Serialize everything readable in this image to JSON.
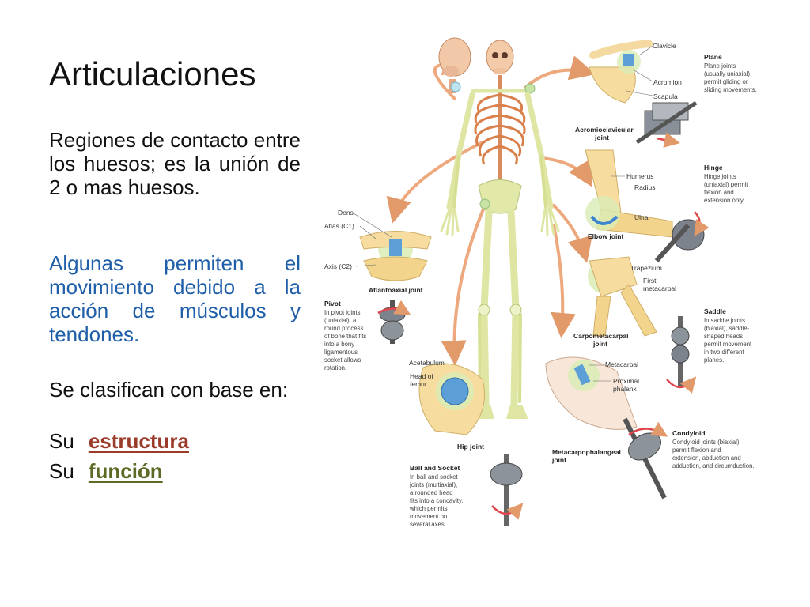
{
  "slide": {
    "title": "Articulaciones",
    "paragraph1": "Regiones de contacto entre los huesos; es la unión de 2 o mas huesos.",
    "paragraph2": "Algunas permiten el movimiento debido a la acción de músculos y tendones.",
    "paragraph3": "Se clasifican con base en:",
    "item1_prefix": "Su",
    "item1_link": "estructura",
    "item2_prefix": "Su",
    "item2_link": "función"
  },
  "figure": {
    "labels": {
      "clavicle": "Clavicle",
      "acromion": "Acromion",
      "scapula": "Scapula",
      "ac_joint_1": "Acromioclavicular",
      "ac_joint_2": "joint",
      "plane_title": "Plane",
      "plane_desc": [
        "Plane joints",
        "(usually uniaxial)",
        "permit gliding or",
        "sliding movements."
      ],
      "humerus": "Humerus",
      "radius": "Radius",
      "ulna": "Ulna",
      "elbow_joint": "Elbow joint",
      "hinge_title": "Hinge",
      "hinge_desc": [
        "Hinge joints",
        "(uniaxial) permit",
        "flexion and",
        "extension only."
      ],
      "dens": "Dens",
      "atlas": "Atlas (C1)",
      "axis": "Axis (C2)",
      "atlantoaxial": "Atlantoaxial joint",
      "pivot_title": "Pivot",
      "pivot_desc": [
        "In pivot joints",
        "(uniaxial), a",
        "round process",
        "of bone that fits",
        "into a bony",
        "ligamentous",
        "socket allows",
        "rotation."
      ],
      "trapezium": "Trapezium",
      "first_metacarpal_1": "First",
      "first_metacarpal_2": "metacarpal",
      "cmc_joint_1": "Carpometacarpal",
      "cmc_joint_2": "joint",
      "saddle_title": "Saddle",
      "saddle_desc": [
        "In saddle joints",
        "(biaxial), saddle-",
        "shaped heads",
        "permit movement",
        "in two different",
        "planes."
      ],
      "acetabulum": "Acetabulum",
      "head_femur_1": "Head of",
      "head_femur_2": "femur",
      "hip_joint": "Hip joint",
      "metacarpal": "Metacarpal",
      "proximal_1": "Proximal",
      "proximal_2": "phalanx",
      "mcp_joint_1": "Metacarpophalangeal",
      "mcp_joint_2": "joint",
      "ball_title": "Ball and Socket",
      "ball_desc": [
        "In ball and socket",
        "joints (multiaxial),",
        "a rounded head",
        "fits into a concavity,",
        "which permits",
        "movement on",
        "several axes."
      ],
      "condyloid_title": "Condyloid",
      "condyloid_desc": [
        "Condyloid joints (biaxial)",
        "permit flexion and",
        "extension, abduction and",
        "adduction, and circumduction."
      ]
    }
  }
}
